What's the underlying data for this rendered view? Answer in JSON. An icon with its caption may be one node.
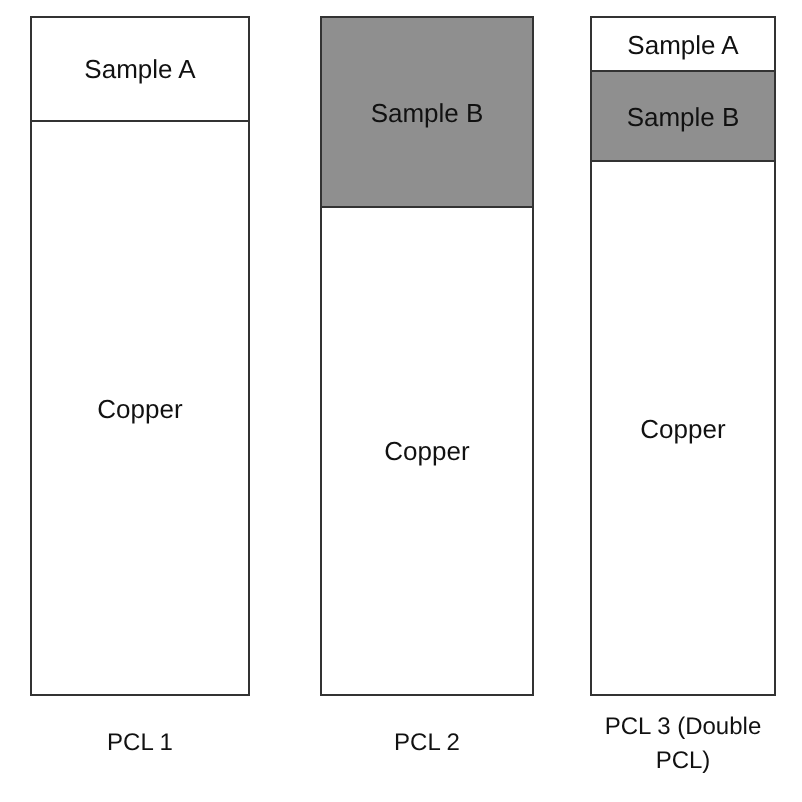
{
  "diagram": {
    "nodes": [
      {
        "text": [
          "PCL 1"
        ]
      },
      {
        "text": [
          "Sample A"
        ],
        "in": 0
      },
      {
        "text": [
          "Copper"
        ],
        "in": 0
      },
      {
        "text": [
          "PCL 2"
        ]
      },
      {
        "text": [
          "Sample B"
        ],
        "in": 3
      },
      {
        "text": [
          "Copper"
        ],
        "in": 3
      },
      {
        "text": [
          "PCL 3 (Double PCL)"
        ]
      },
      {
        "text": [
          "Sample A"
        ],
        "in": 6
      },
      {
        "text": [
          "Sample B"
        ],
        "in": 6
      },
      {
        "text": [
          "Copper"
        ],
        "in": 6
      }
    ]
  }
}
